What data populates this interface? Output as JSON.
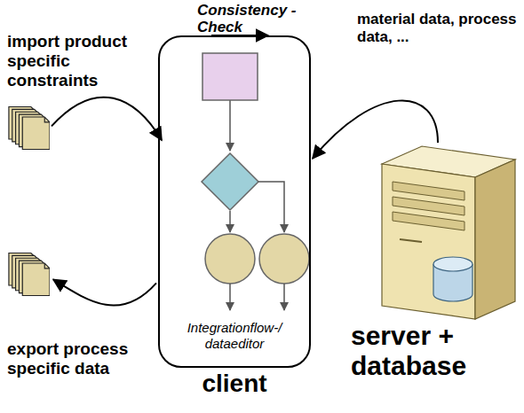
{
  "diagram": {
    "nodes": [
      {
        "text": [
          "import product specific constraints"
        ]
      },
      {
        "text": [
          "Integrationflow-/ dataeditor",
          "client"
        ]
      },
      {
        "text": [
          "server + database"
        ]
      },
      {
        "text": [
          "export process specific data"
        ]
      }
    ],
    "edges": [
      {
        "from": 0,
        "to": 1,
        "arrow": "to"
      },
      {
        "from": 2,
        "to": 1,
        "label": "material data, process data, ...",
        "arrow": "to"
      },
      {
        "from": 1,
        "to": 3,
        "arrow": "to"
      }
    ],
    "labels": [
      "Consistency - Check"
    ]
  }
}
